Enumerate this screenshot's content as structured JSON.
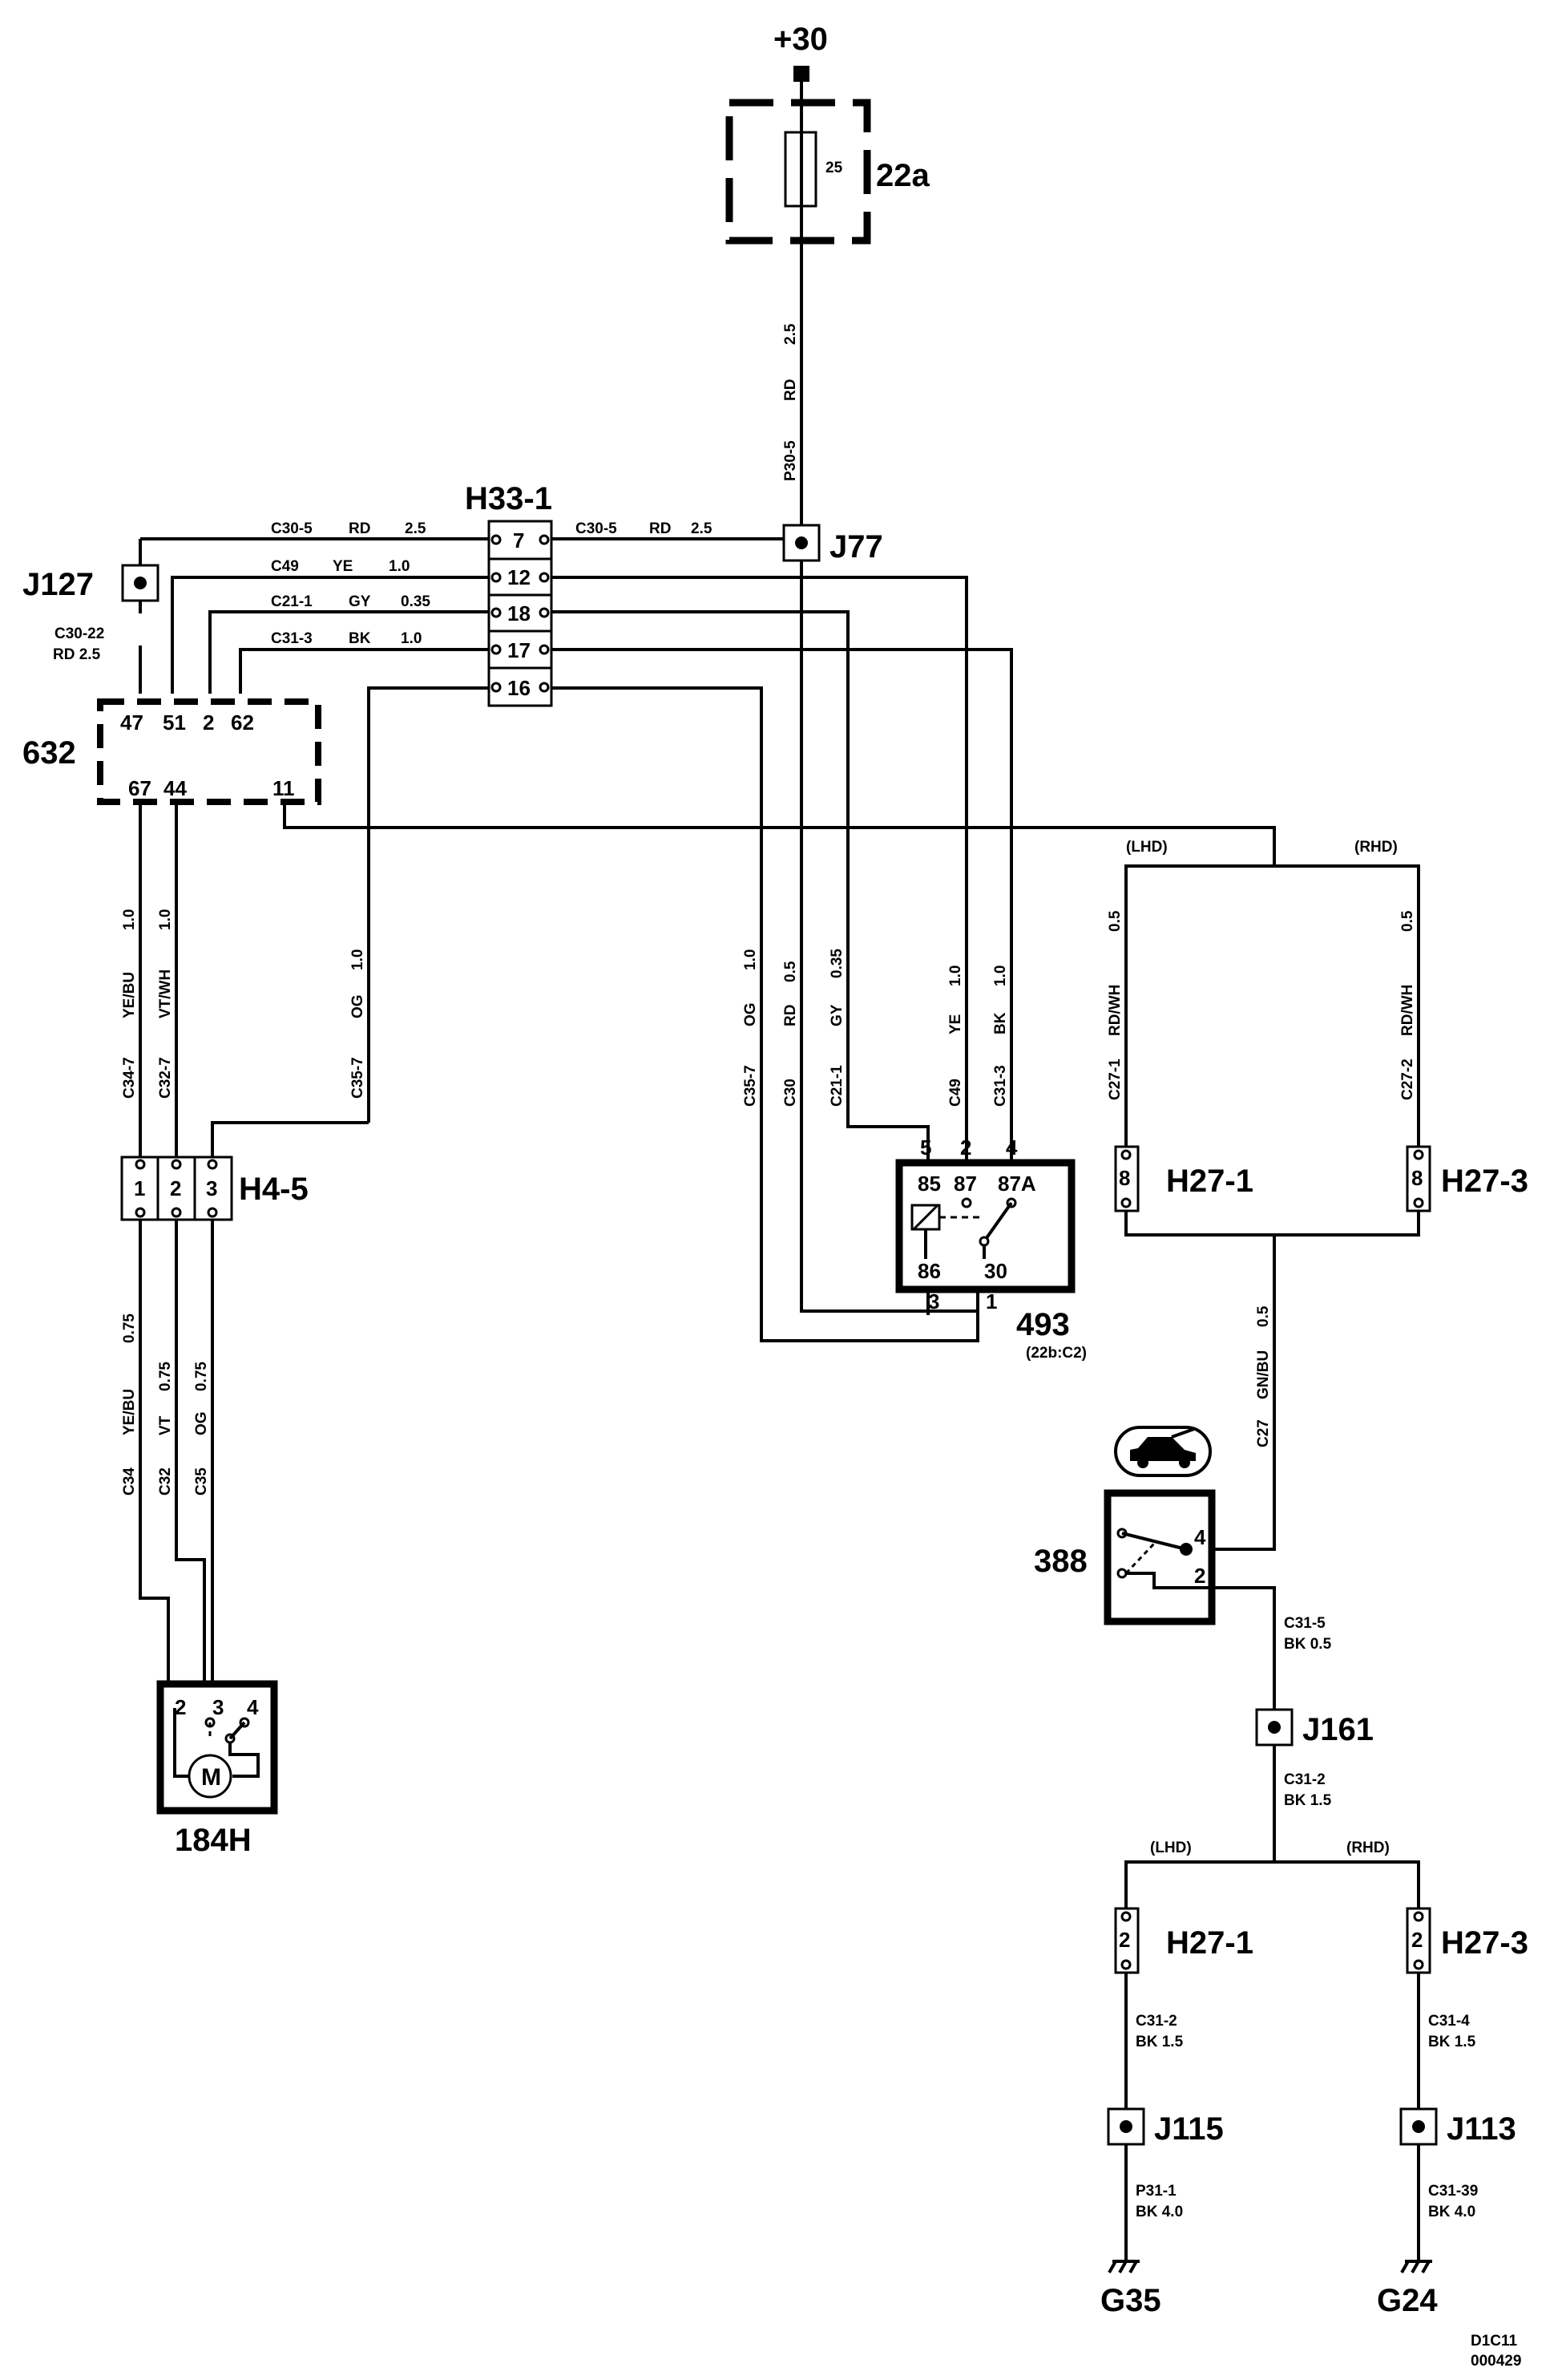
{
  "supply": {
    "label": "+30"
  },
  "fuse": {
    "name": "22a",
    "rating": "25"
  },
  "wire_main": {
    "circuit": "P30-5",
    "color": "RD",
    "size": "2.5"
  },
  "junctions": {
    "j77": "J77",
    "j127": "J127",
    "j161": "J161",
    "j115": "J115",
    "j113": "J113"
  },
  "connector_h33": {
    "name": "H33-1",
    "pins": [
      "7",
      "12",
      "18",
      "17",
      "16"
    ],
    "left_wires": [
      {
        "circuit": "C30-5",
        "color": "RD",
        "size": "2.5"
      },
      {
        "circuit": "C49",
        "color": "YE",
        "size": "1.0"
      },
      {
        "circuit": "C21-1",
        "color": "GY",
        "size": "0.35"
      },
      {
        "circuit": "C31-3",
        "color": "BK",
        "size": "1.0"
      }
    ],
    "right_wire": {
      "circuit": "C30-5",
      "color": "RD",
      "size": "2.5"
    }
  },
  "j127_wire": {
    "circuit": "C30-22",
    "spec": "RD  2.5"
  },
  "module_632": {
    "name": "632",
    "top_pins": [
      "47",
      "51",
      "2",
      "62"
    ],
    "bottom_pins": [
      "67",
      "44",
      "11"
    ]
  },
  "wires_632_down": [
    {
      "circuit": "C34-7",
      "color": "YE/BU",
      "size": "1.0"
    },
    {
      "circuit": "C32-7",
      "color": "VT/WH",
      "size": "1.0"
    },
    {
      "circuit": "C35-7",
      "color": "OG",
      "size": "1.0"
    }
  ],
  "connector_h4": {
    "name": "H4-5",
    "pins": [
      "1",
      "2",
      "3"
    ]
  },
  "wires_motor": [
    {
      "circuit": "C34",
      "color": "YE/BU",
      "size": "0.75"
    },
    {
      "circuit": "C32",
      "color": "VT",
      "size": "0.75"
    },
    {
      "circuit": "C35",
      "color": "OG",
      "size": "0.75"
    }
  ],
  "motor": {
    "name": "184H",
    "pins": [
      "2",
      "3",
      "4"
    ],
    "symbol": "M"
  },
  "relay_wires": [
    {
      "circuit": "C35-7",
      "color": "OG",
      "size": "1.0"
    },
    {
      "circuit": "C30",
      "color": "RD",
      "size": "0.5"
    },
    {
      "circuit": "C21-1",
      "color": "GY",
      "size": "0.35"
    },
    {
      "circuit": "C49",
      "color": "YE",
      "size": "1.0"
    },
    {
      "circuit": "C31-3",
      "color": "BK",
      "size": "1.0"
    }
  ],
  "relay": {
    "name": "493",
    "ref": "(22b:C2)",
    "top_pins": [
      "5",
      "2",
      "4"
    ],
    "terminals": [
      "85",
      "87",
      "87A",
      "86",
      "30"
    ],
    "bottom_pins": [
      "3",
      "1"
    ]
  },
  "variant_top": {
    "lhd": "(LHD)",
    "rhd": "(RHD)",
    "left_wire": {
      "circuit": "C27-1",
      "color": "RD/WH",
      "size": "0.5"
    },
    "right_wire": {
      "circuit": "C27-2",
      "color": "RD/WH",
      "size": "0.5"
    },
    "left_conn": {
      "name": "H27-1",
      "pin": "8"
    },
    "right_conn": {
      "name": "H27-3",
      "pin": "8"
    }
  },
  "switch_wire": {
    "circuit": "C27",
    "color": "GN/BU",
    "size": "0.5"
  },
  "switch": {
    "name": "388",
    "pins": [
      "4",
      "2"
    ],
    "icon": "car-bonnet-icon"
  },
  "ground_wire_1": {
    "circuit": "C31-5",
    "spec": "BK  0.5"
  },
  "ground_wire_2": {
    "circuit": "C31-2",
    "spec": "BK  1.5"
  },
  "variant_bottom": {
    "lhd": "(LHD)",
    "rhd": "(RHD)",
    "left_conn": {
      "name": "H27-1",
      "pin": "2"
    },
    "right_conn": {
      "name": "H27-3",
      "pin": "2"
    },
    "left_wire": {
      "circuit": "C31-2",
      "spec": "BK  1.5"
    },
    "right_wire": {
      "circuit": "C31-4",
      "spec": "BK  1.5"
    },
    "left_ground_wire": {
      "circuit": "P31-1",
      "spec": "BK  4.0"
    },
    "right_ground_wire": {
      "circuit": "C31-39",
      "spec": "BK  4.0"
    }
  },
  "grounds": {
    "left": "G35",
    "right": "G24"
  },
  "footer": {
    "line1": "D1C11",
    "line2": "000429"
  }
}
